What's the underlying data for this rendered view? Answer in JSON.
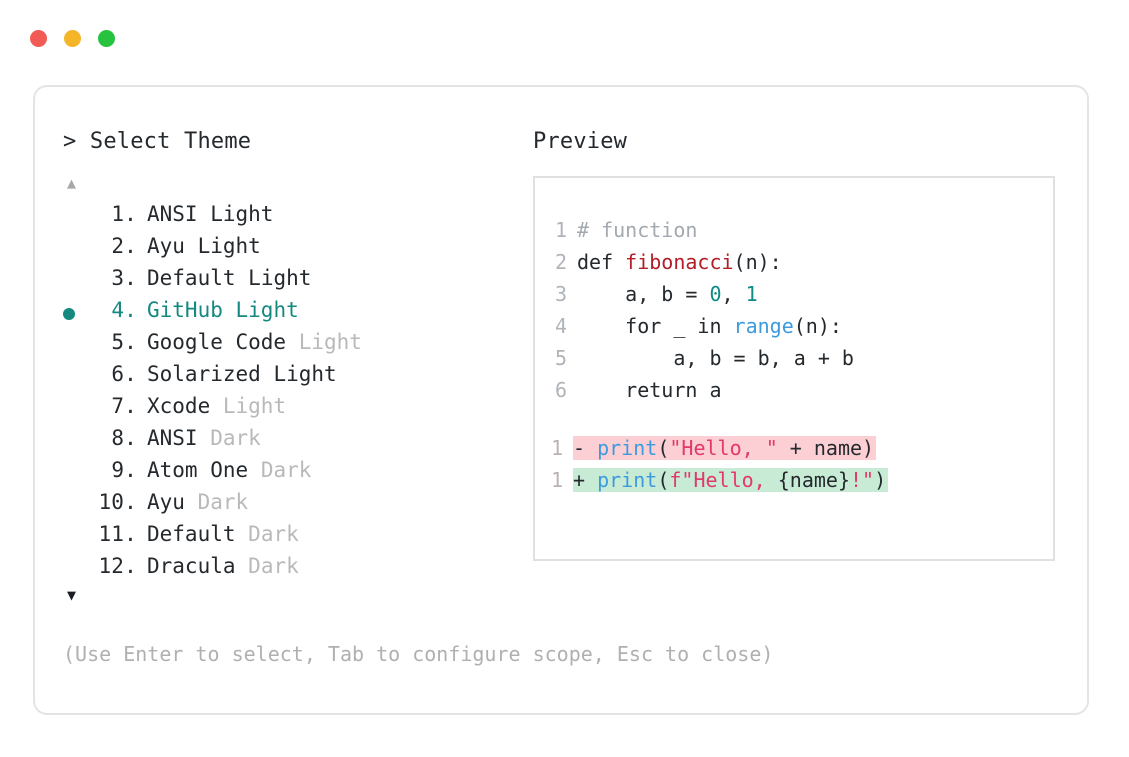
{
  "window": {
    "dots": [
      {
        "name": "close",
        "color": "#f25b55"
      },
      {
        "name": "minimize",
        "color": "#f4b528"
      },
      {
        "name": "maximize",
        "color": "#27c33f"
      }
    ]
  },
  "prompt": {
    "caret": ">",
    "title": "Select Theme",
    "scroll_up": "▲",
    "scroll_down": "▼",
    "selected_index": 4,
    "accent_color": "#15897f"
  },
  "themes": [
    {
      "number": "1.",
      "name": "ANSI",
      "variant": "Light",
      "variant_muted": false,
      "selected": false
    },
    {
      "number": "2.",
      "name": "Ayu",
      "variant": "Light",
      "variant_muted": false,
      "selected": false
    },
    {
      "number": "3.",
      "name": "Default",
      "variant": "Light",
      "variant_muted": false,
      "selected": false
    },
    {
      "number": "4.",
      "name": "GitHub",
      "variant": "Light",
      "variant_muted": false,
      "selected": true
    },
    {
      "number": "5.",
      "name": "Google Code",
      "variant": "Light",
      "variant_muted": true,
      "selected": false
    },
    {
      "number": "6.",
      "name": "Solarized",
      "variant": "Light",
      "variant_muted": false,
      "selected": false
    },
    {
      "number": "7.",
      "name": "Xcode",
      "variant": "Light",
      "variant_muted": true,
      "selected": false
    },
    {
      "number": "8.",
      "name": "ANSI",
      "variant": "Dark",
      "variant_muted": true,
      "selected": false
    },
    {
      "number": "9.",
      "name": "Atom One",
      "variant": "Dark",
      "variant_muted": true,
      "selected": false
    },
    {
      "number": "10.",
      "name": "Ayu",
      "variant": "Dark",
      "variant_muted": true,
      "selected": false
    },
    {
      "number": "11.",
      "name": "Default",
      "variant": "Dark",
      "variant_muted": true,
      "selected": false
    },
    {
      "number": "12.",
      "name": "Dracula",
      "variant": "Dark",
      "variant_muted": true,
      "selected": false
    }
  ],
  "preview": {
    "title": "Preview",
    "code_lines": [
      {
        "ln": "1",
        "tokens": [
          {
            "t": "# function",
            "c": "comment"
          }
        ]
      },
      {
        "ln": "2",
        "tokens": [
          {
            "t": "def ",
            "c": "kw"
          },
          {
            "t": "fibonacci",
            "c": "fn"
          },
          {
            "t": "(n):",
            "c": "plain"
          }
        ]
      },
      {
        "ln": "3",
        "tokens": [
          {
            "t": "    a, b = ",
            "c": "plain"
          },
          {
            "t": "0",
            "c": "num"
          },
          {
            "t": ", ",
            "c": "plain"
          },
          {
            "t": "1",
            "c": "num"
          }
        ]
      },
      {
        "ln": "4",
        "tokens": [
          {
            "t": "    for _ in ",
            "c": "plain"
          },
          {
            "t": "range",
            "c": "builtin"
          },
          {
            "t": "(n):",
            "c": "plain"
          }
        ]
      },
      {
        "ln": "5",
        "tokens": [
          {
            "t": "        a, b = b, a + b",
            "c": "plain"
          }
        ]
      },
      {
        "ln": "6",
        "tokens": [
          {
            "t": "    return a",
            "c": "plain"
          }
        ]
      }
    ],
    "diff_lines": [
      {
        "ln": "1",
        "kind": "minus",
        "sign": "- ",
        "tokens": [
          {
            "t": "print",
            "c": "builtin"
          },
          {
            "t": "(",
            "c": "plain"
          },
          {
            "t": "\"Hello, \"",
            "c": "str"
          },
          {
            "t": " + name)",
            "c": "plain"
          }
        ]
      },
      {
        "ln": "1",
        "kind": "plus",
        "sign": "+ ",
        "tokens": [
          {
            "t": "print",
            "c": "builtin"
          },
          {
            "t": "(",
            "c": "plain"
          },
          {
            "t": "f\"Hello, ",
            "c": "str"
          },
          {
            "t": "{name}",
            "c": "plain"
          },
          {
            "t": "!\"",
            "c": "str"
          },
          {
            "t": ")",
            "c": "plain"
          }
        ]
      }
    ]
  },
  "footer": {
    "hint": "(Use Enter to select, Tab to configure scope, Esc to close)"
  }
}
